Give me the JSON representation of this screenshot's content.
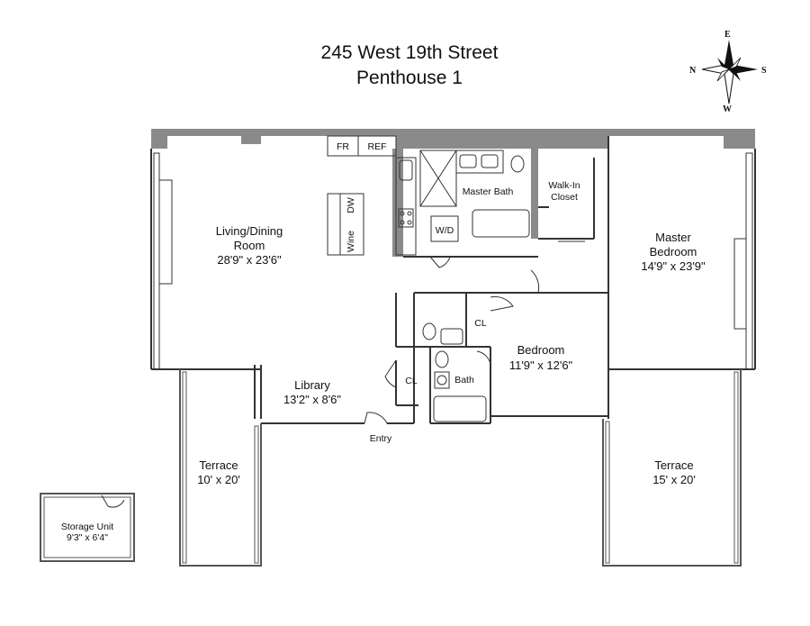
{
  "title": {
    "line1": "245 West 19th Street",
    "line2": "Penthouse 1"
  },
  "compass": {
    "north": "N",
    "east": "E",
    "south": "S",
    "west": "W"
  },
  "rooms": {
    "living_dining": {
      "name1": "Living/Dining",
      "name2": "Room",
      "size": "28'9\" x 23'6\""
    },
    "master_bedroom": {
      "name1": "Master",
      "name2": "Bedroom",
      "size": "14'9\" x 23'9\""
    },
    "bedroom": {
      "name": "Bedroom",
      "size": "11'9\" x 12'6\""
    },
    "library": {
      "name": "Library",
      "size": "13'2\" x 8'6\""
    },
    "terrace_left": {
      "name": "Terrace",
      "size": "10' x 20'"
    },
    "terrace_right": {
      "name": "Terrace",
      "size": "15' x 20'"
    },
    "storage": {
      "name": "Storage Unit",
      "size": "9'3\" x 6'4\""
    },
    "master_bath": {
      "name": "Master Bath"
    },
    "walk_in_closet": {
      "name1": "Walk-In",
      "name2": "Closet"
    },
    "bath": {
      "name": "Bath"
    }
  },
  "fixtures": {
    "fridge": "FR",
    "refrigerator": "REF",
    "dishwasher": "DW",
    "wine": "Wine",
    "washer_dryer": "W/D",
    "closet_1": "CL",
    "closet_2": "CL",
    "entry": "Entry"
  }
}
